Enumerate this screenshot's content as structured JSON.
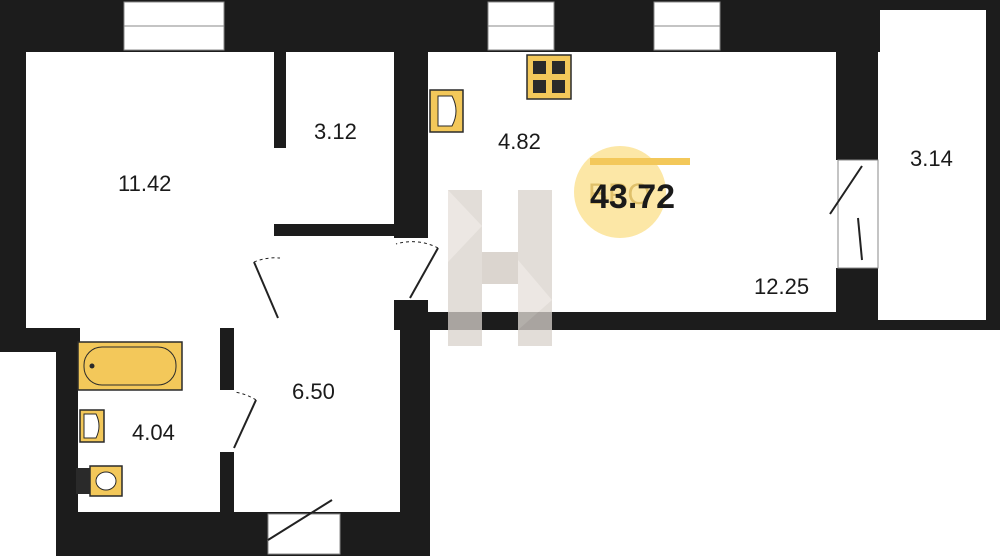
{
  "plan": {
    "total_area": "43.72",
    "brand_mark": "ВРО",
    "rooms": [
      {
        "id": "room-living",
        "area": "11.42"
      },
      {
        "id": "room-storage",
        "area": "3.12"
      },
      {
        "id": "room-kitchen",
        "area": "4.82"
      },
      {
        "id": "room-main",
        "area": "12.25"
      },
      {
        "id": "room-balcony",
        "area": "3.14"
      },
      {
        "id": "room-hall",
        "area": "6.50"
      },
      {
        "id": "room-bath",
        "area": "4.04"
      }
    ]
  },
  "colors": {
    "wall": "#1c1c1c",
    "fixture": "#f3c85a",
    "fixture_stroke": "#2a2a2a",
    "badge": "#fce7a6",
    "watermark": "#d9d2cc"
  },
  "icons": [
    "stove-icon",
    "sink-icon",
    "bathtub-icon",
    "toilet-icon",
    "door-icon",
    "window-icon",
    "watermark-logo"
  ]
}
